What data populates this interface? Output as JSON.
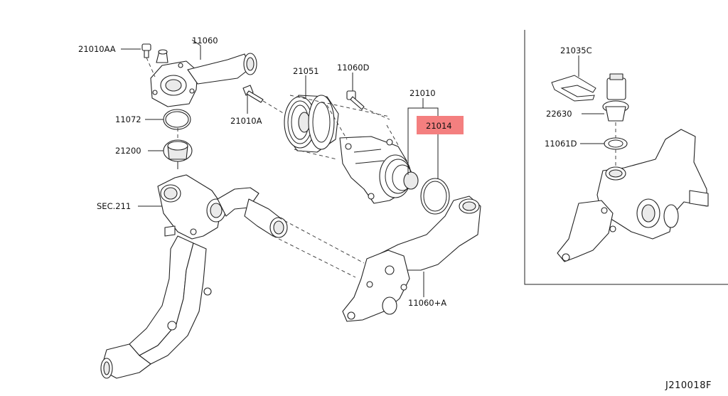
{
  "diagram_code": "J210018F",
  "highlight_color": "#f47f7f",
  "highlighted_part": "21014",
  "parts": {
    "p21010AA": "21010AA",
    "p11060": "11060",
    "p11072": "11072",
    "p21200": "21200",
    "p21010A": "21010A",
    "p21051": "21051",
    "p11060D": "11060D",
    "p21010": "21010",
    "p21014": "21014",
    "sec211": "SEC.211",
    "p11060A": "11060+A",
    "p21035C": "21035C",
    "p22630": "22630",
    "p11061D": "11061D"
  }
}
